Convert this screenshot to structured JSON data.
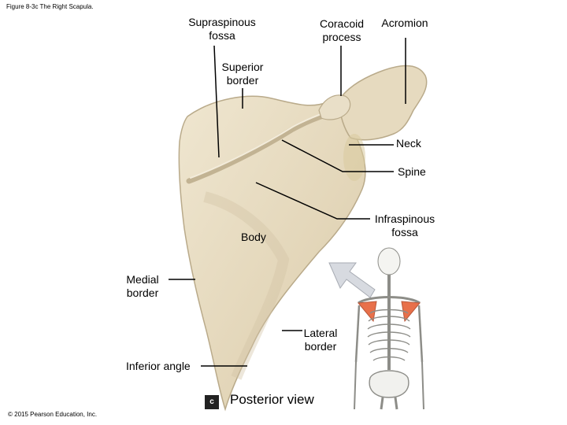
{
  "figure_caption": "Figure 8-3c The Right Scapula.",
  "copyright": "© 2015 Pearson Education, Inc.",
  "panel_letter": "c",
  "view_label": "Posterior view",
  "labels": {
    "supraspinous_fossa": "Supraspinous\nfossa",
    "coracoid_process": "Coracoid\nprocess",
    "acromion": "Acromion",
    "superior_border": "Superior\nborder",
    "neck": "Neck",
    "spine": "Spine",
    "infraspinous_fossa": "Infraspinous\nfossa",
    "body": "Body",
    "medial_border": "Medial\nborder",
    "lateral_border": "Lateral\nborder",
    "inferior_angle": "Inferior angle"
  },
  "colors": {
    "bone_fill": "#e8dcc2",
    "bone_shadow": "#cbbd9e",
    "highlight": "#e8704a",
    "arrow": "#c9ccd2"
  }
}
